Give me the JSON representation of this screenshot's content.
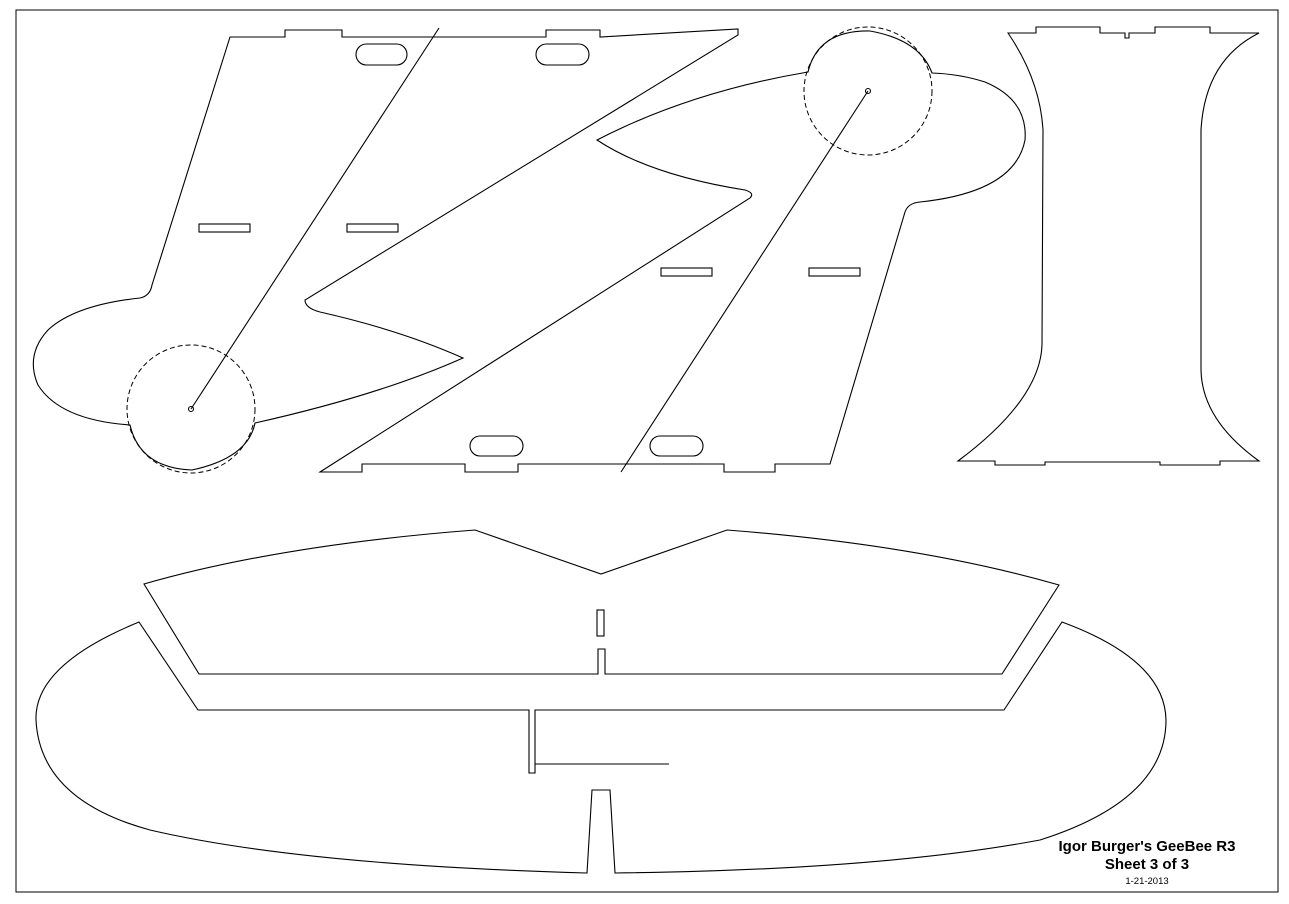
{
  "title_block": {
    "title": "Igor Burger's GeeBee R3",
    "sheet": "Sheet 3 of 3",
    "date": "1-21-2013"
  },
  "colors": {
    "line": "#000000",
    "paper": "#ffffff"
  }
}
